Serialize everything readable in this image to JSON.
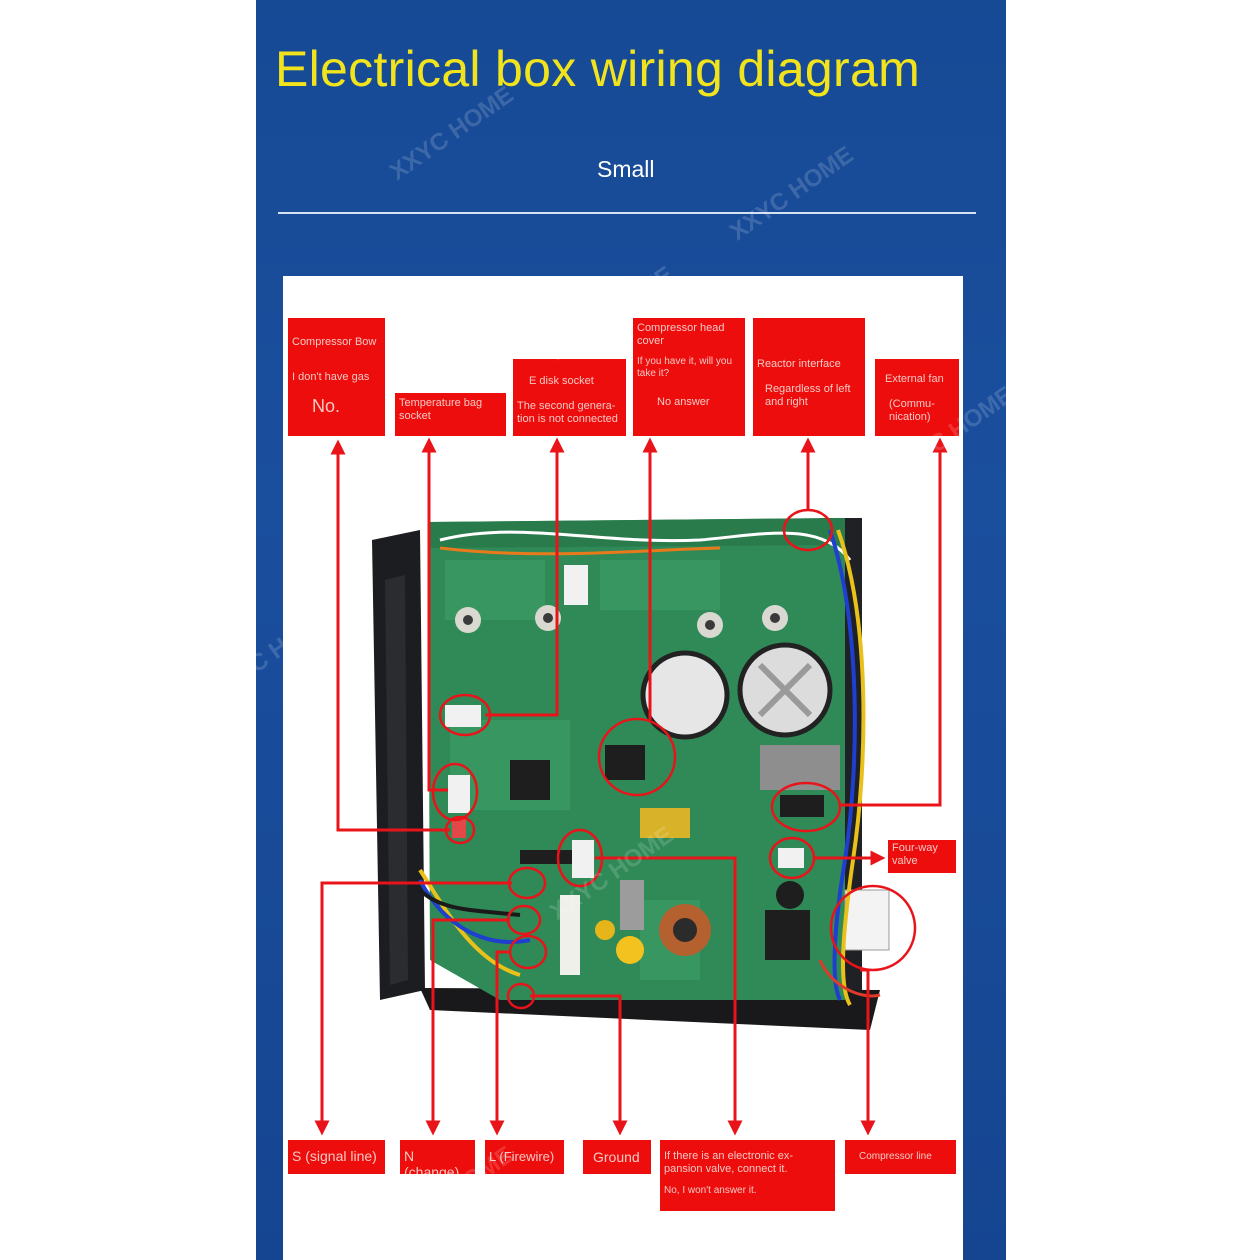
{
  "header": {
    "title": "Electrical box wiring diagram",
    "subtitle": "Small"
  },
  "watermark": "XXYC HOME",
  "labels": {
    "compressor_bow": {
      "line1": "Compressor Bow",
      "line2": "I don't have gas",
      "line3": "No."
    },
    "temperature_bag": {
      "line1": "Temperature bag socket"
    },
    "e_disk": {
      "line1": "E disk socket",
      "line2": "The second genera-tion is not connected"
    },
    "compressor_head": {
      "line1": "Compressor head cover",
      "line2": "If you have it, will you take it?",
      "line3": "No answer"
    },
    "reactor": {
      "line1": "Reactor interface",
      "line2": "Regardless of left and right"
    },
    "external_fan": {
      "line1": "External fan",
      "line2": "(Commu-nication)"
    },
    "four_way": {
      "line1": "Four-way valve"
    },
    "signal_line": {
      "line1": "S (signal line)"
    },
    "n_change": {
      "line1": "N (change)"
    },
    "firewire": {
      "line1": "L (Firewire)"
    },
    "ground": {
      "line1": "Ground"
    },
    "expansion_valve": {
      "line1": "If there is an electronic ex-pansion valve, connect it.",
      "line2": "No, I won't answer it."
    },
    "compressor_line": {
      "line1": "Compressor line"
    }
  },
  "colors": {
    "panel_blue": "#174a95",
    "title_yellow": "#f2e41c",
    "label_red": "#ee0d0d",
    "arrow_red": "#e8141a",
    "board_green": "#2f8a57"
  }
}
